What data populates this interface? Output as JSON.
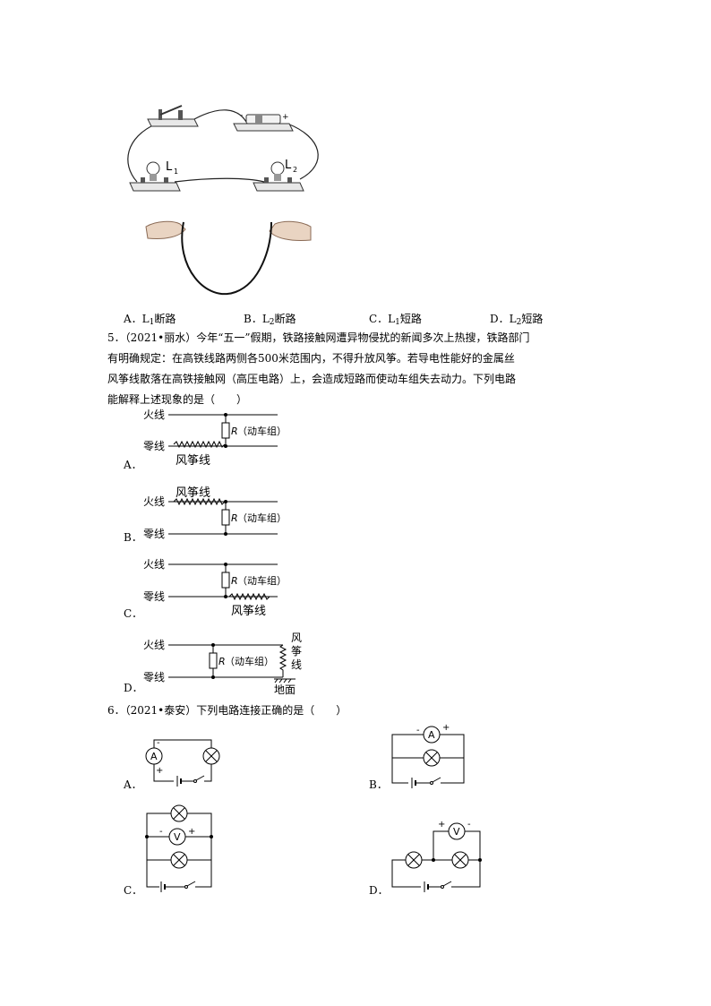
{
  "fig4": {
    "bulb1_label": "L",
    "bulb1_sub": "1",
    "bulb2_label": "L",
    "bulb2_sub": "2",
    "battery_minus": "-",
    "battery_plus": "+"
  },
  "q4_options": {
    "a": "A．L",
    "a_sub": "1",
    "a_tail": "断路",
    "b": "B．L",
    "b_sub": "2",
    "b_tail": "断路",
    "c": "C．L",
    "c_sub": "1",
    "c_tail": "短路",
    "d": "D．L",
    "d_sub": "2",
    "d_tail": "短路"
  },
  "q5": {
    "line1": "5．（2021•丽水）今年“五一”假期，铁路接触网遭异物侵扰的新闻多次上热搜，铁路部门",
    "line2": "有明确规定：在高铁线路两侧各500米范围内，不得升放风筝。若导电性能好的金属丝",
    "line3": "风筝线散落在高铁接触网（高压电路）上，会造成短路而使动车组失去动力。下列电路",
    "line4": "能解释上述现象的是（　　）",
    "fire": "火线",
    "zero": "零线",
    "kite": "风筝线",
    "kite_v": [
      "风",
      "筝",
      "线"
    ],
    "ground": "地面",
    "r_label": "R",
    "r_rest": "（动车组）",
    "opt_a": "A．",
    "opt_b": "B．",
    "opt_c": "C．",
    "opt_d": "D．"
  },
  "q6": {
    "stem": "6．（2021•泰安）下列电路连接正确的是（　　）",
    "ammeter": "A",
    "voltmeter": "V",
    "minus": "-",
    "plus": "+",
    "opt_a": "A．",
    "opt_b": "B．",
    "opt_c": "C．",
    "opt_d": "D．"
  }
}
